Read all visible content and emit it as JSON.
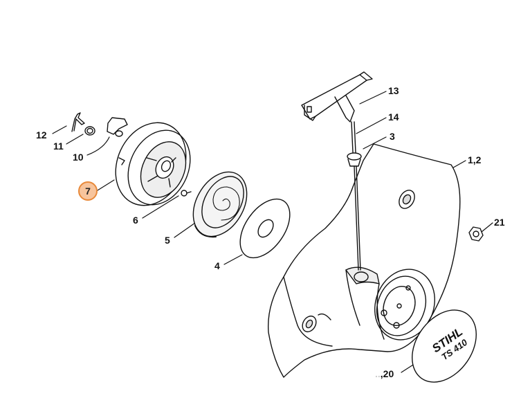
{
  "diagram": {
    "callouts": [
      {
        "id": "12",
        "label": "12"
      },
      {
        "id": "11",
        "label": "11"
      },
      {
        "id": "10",
        "label": "10"
      },
      {
        "id": "7",
        "label": "7",
        "highlighted": true
      },
      {
        "id": "6",
        "label": "6"
      },
      {
        "id": "5",
        "label": "5"
      },
      {
        "id": "4",
        "label": "4"
      },
      {
        "id": "13",
        "label": "13"
      },
      {
        "id": "14",
        "label": "14"
      },
      {
        "id": "3",
        "label": "3"
      },
      {
        "id": "1_2",
        "label": "1,2"
      },
      {
        "id": "21",
        "label": "21"
      },
      {
        "id": "20",
        "label": ",20"
      }
    ],
    "badge_logo": "STIHL TS 410",
    "highlight_color": "#f7c49c",
    "highlight_border": "#e8893a"
  }
}
